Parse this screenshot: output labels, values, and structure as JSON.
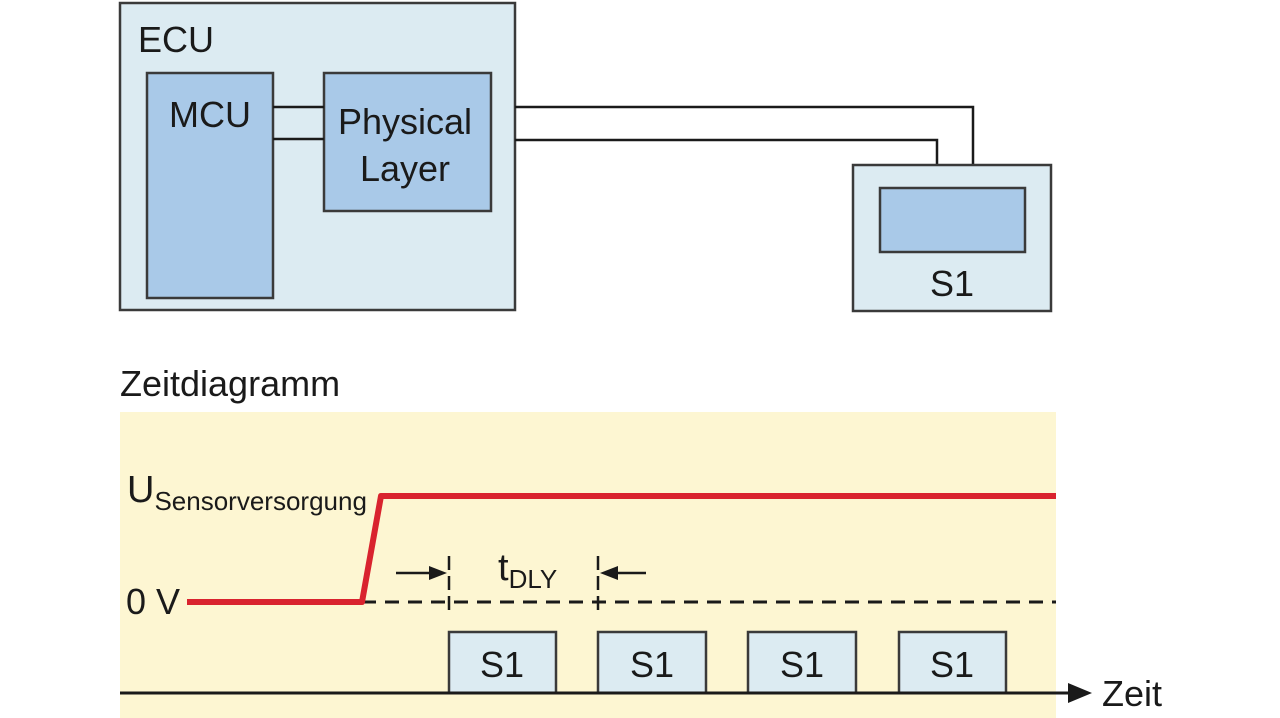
{
  "block_diagram": {
    "ecu_label": "ECU",
    "mcu_label": "MCU",
    "physical_layer_line1": "Physical",
    "physical_layer_line2": "Layer",
    "sensor_label": "S1"
  },
  "timing_diagram": {
    "title": "Zeitdiagramm",
    "supply_label_main": "U",
    "supply_label_sub": "Sensorversorgung",
    "zero_label": "0 V",
    "delay_label_main": "t",
    "delay_label_sub": "DLY",
    "axis_label": "Zeit",
    "frames": [
      "S1",
      "S1",
      "S1",
      "S1"
    ]
  },
  "colors": {
    "outer_box_fill": "#dcebf2",
    "inner_box_fill": "#a9c9e8",
    "timing_background": "#fdf6d2",
    "supply_line": "#d9232e",
    "frame_fill": "#dcebf2"
  }
}
